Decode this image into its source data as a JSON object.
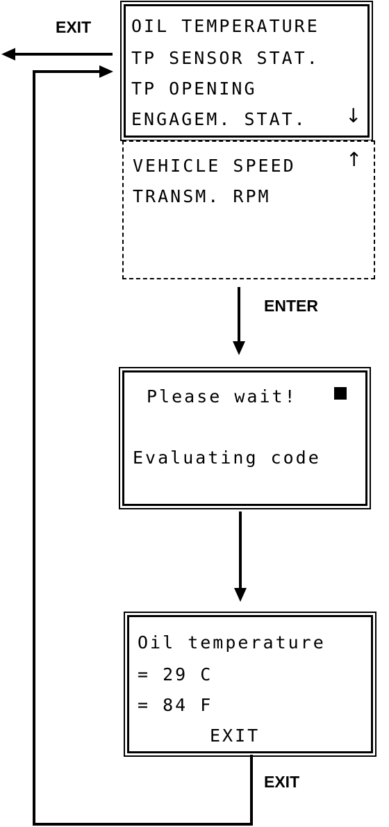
{
  "menu_screen": {
    "items": [
      "OIL TEMPERATURE",
      "TP SENSOR STAT.",
      "TP OPENING",
      "ENGAGEM. STAT."
    ],
    "scroll_down_icon": "arrow-down-icon"
  },
  "menu_continuation": {
    "items": [
      "VEHICLE SPEED",
      "TRANSM. RPM"
    ],
    "scroll_up_icon": "arrow-up-icon"
  },
  "wait_screen": {
    "line1": "Please wait!",
    "line2": "Evaluating code",
    "busy_icon": "filled-square-icon"
  },
  "result_screen": {
    "title": "Oil temperature",
    "value_c": "= 29 C",
    "value_f": "= 84 F",
    "exit": "EXIT"
  },
  "labels": {
    "exit_top": "EXIT",
    "enter": "ENTER",
    "exit_bottom": "EXIT"
  }
}
